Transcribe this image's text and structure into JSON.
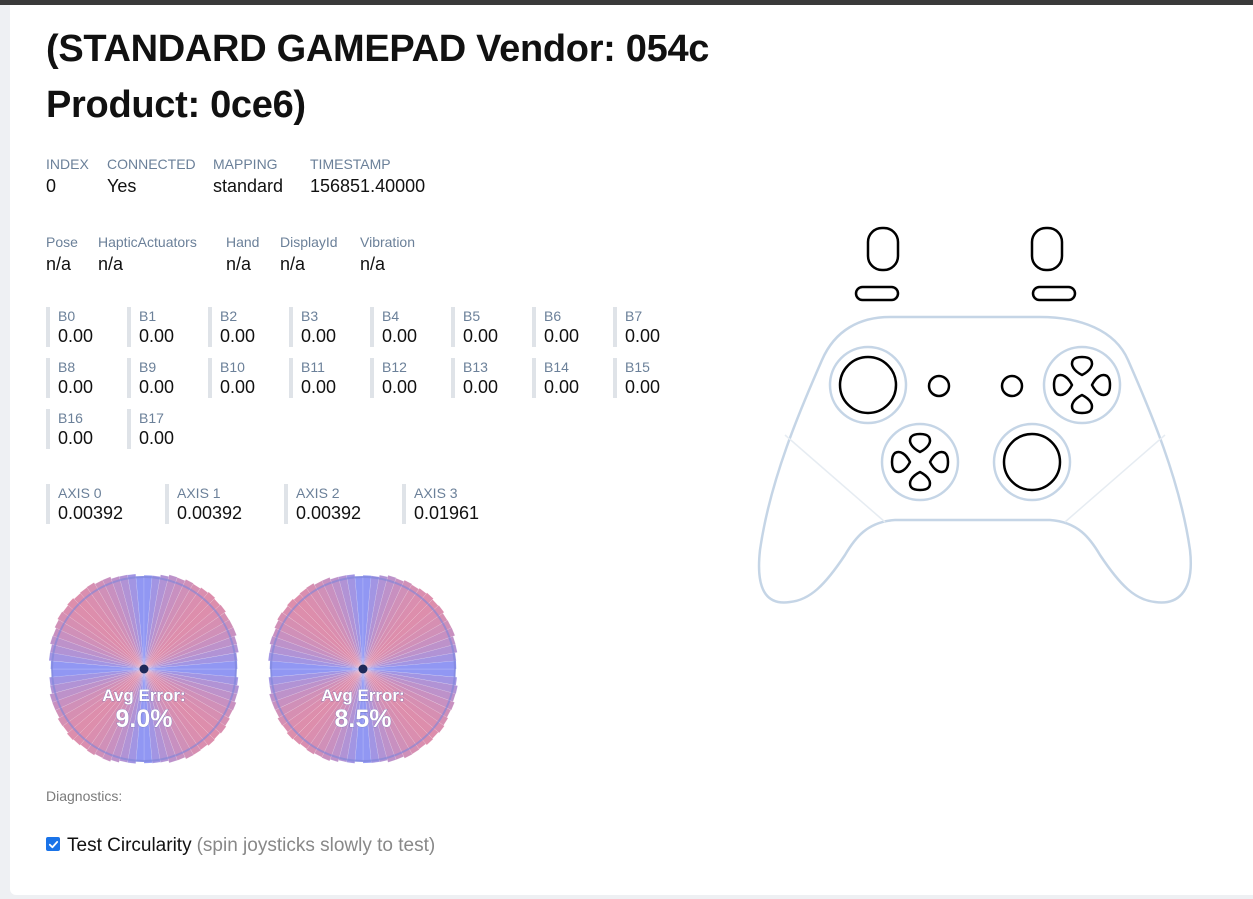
{
  "page": {
    "title": "(STANDARD GAMEPAD Vendor: 054c Product: 0ce6)"
  },
  "info_row1": [
    {
      "label": "INDEX",
      "value": "0"
    },
    {
      "label": "CONNECTED",
      "value": "Yes"
    },
    {
      "label": "MAPPING",
      "value": "standard"
    },
    {
      "label": "TIMESTAMP",
      "value": "156851.40000"
    }
  ],
  "info_row2": [
    {
      "label": "Pose",
      "value": "n/a"
    },
    {
      "label": "HapticActuators",
      "value": "n/a"
    },
    {
      "label": "Hand",
      "value": "n/a"
    },
    {
      "label": "DisplayId",
      "value": "n/a"
    },
    {
      "label": "Vibration",
      "value": "n/a"
    }
  ],
  "buttons": [
    {
      "label": "B0",
      "value": "0.00"
    },
    {
      "label": "B1",
      "value": "0.00"
    },
    {
      "label": "B2",
      "value": "0.00"
    },
    {
      "label": "B3",
      "value": "0.00"
    },
    {
      "label": "B4",
      "value": "0.00"
    },
    {
      "label": "B5",
      "value": "0.00"
    },
    {
      "label": "B6",
      "value": "0.00"
    },
    {
      "label": "B7",
      "value": "0.00"
    },
    {
      "label": "B8",
      "value": "0.00"
    },
    {
      "label": "B9",
      "value": "0.00"
    },
    {
      "label": "B10",
      "value": "0.00"
    },
    {
      "label": "B11",
      "value": "0.00"
    },
    {
      "label": "B12",
      "value": "0.00"
    },
    {
      "label": "B13",
      "value": "0.00"
    },
    {
      "label": "B14",
      "value": "0.00"
    },
    {
      "label": "B15",
      "value": "0.00"
    },
    {
      "label": "B16",
      "value": "0.00"
    },
    {
      "label": "B17",
      "value": "0.00"
    }
  ],
  "axes": [
    {
      "label": "AXIS 0",
      "value": "0.00392"
    },
    {
      "label": "AXIS 1",
      "value": "0.00392"
    },
    {
      "label": "AXIS 2",
      "value": "0.00392"
    },
    {
      "label": "AXIS 3",
      "value": "0.01961"
    }
  ],
  "circularity": [
    {
      "label": "Avg Error:",
      "value": "9.0%"
    },
    {
      "label": "Avg Error:",
      "value": "8.5%"
    }
  ],
  "diagnostics": {
    "label": "Diagnostics:",
    "checkbox_checked": true,
    "checkbox_label": "Test Circularity",
    "checkbox_hint": "(spin joysticks slowly to test)"
  },
  "colors": {
    "accent": "#1a73e8",
    "label": "#6b8099",
    "controller_outline": "#c5d5e6",
    "dial_blue": "#6f87ff",
    "dial_pink": "#d77a9e"
  }
}
